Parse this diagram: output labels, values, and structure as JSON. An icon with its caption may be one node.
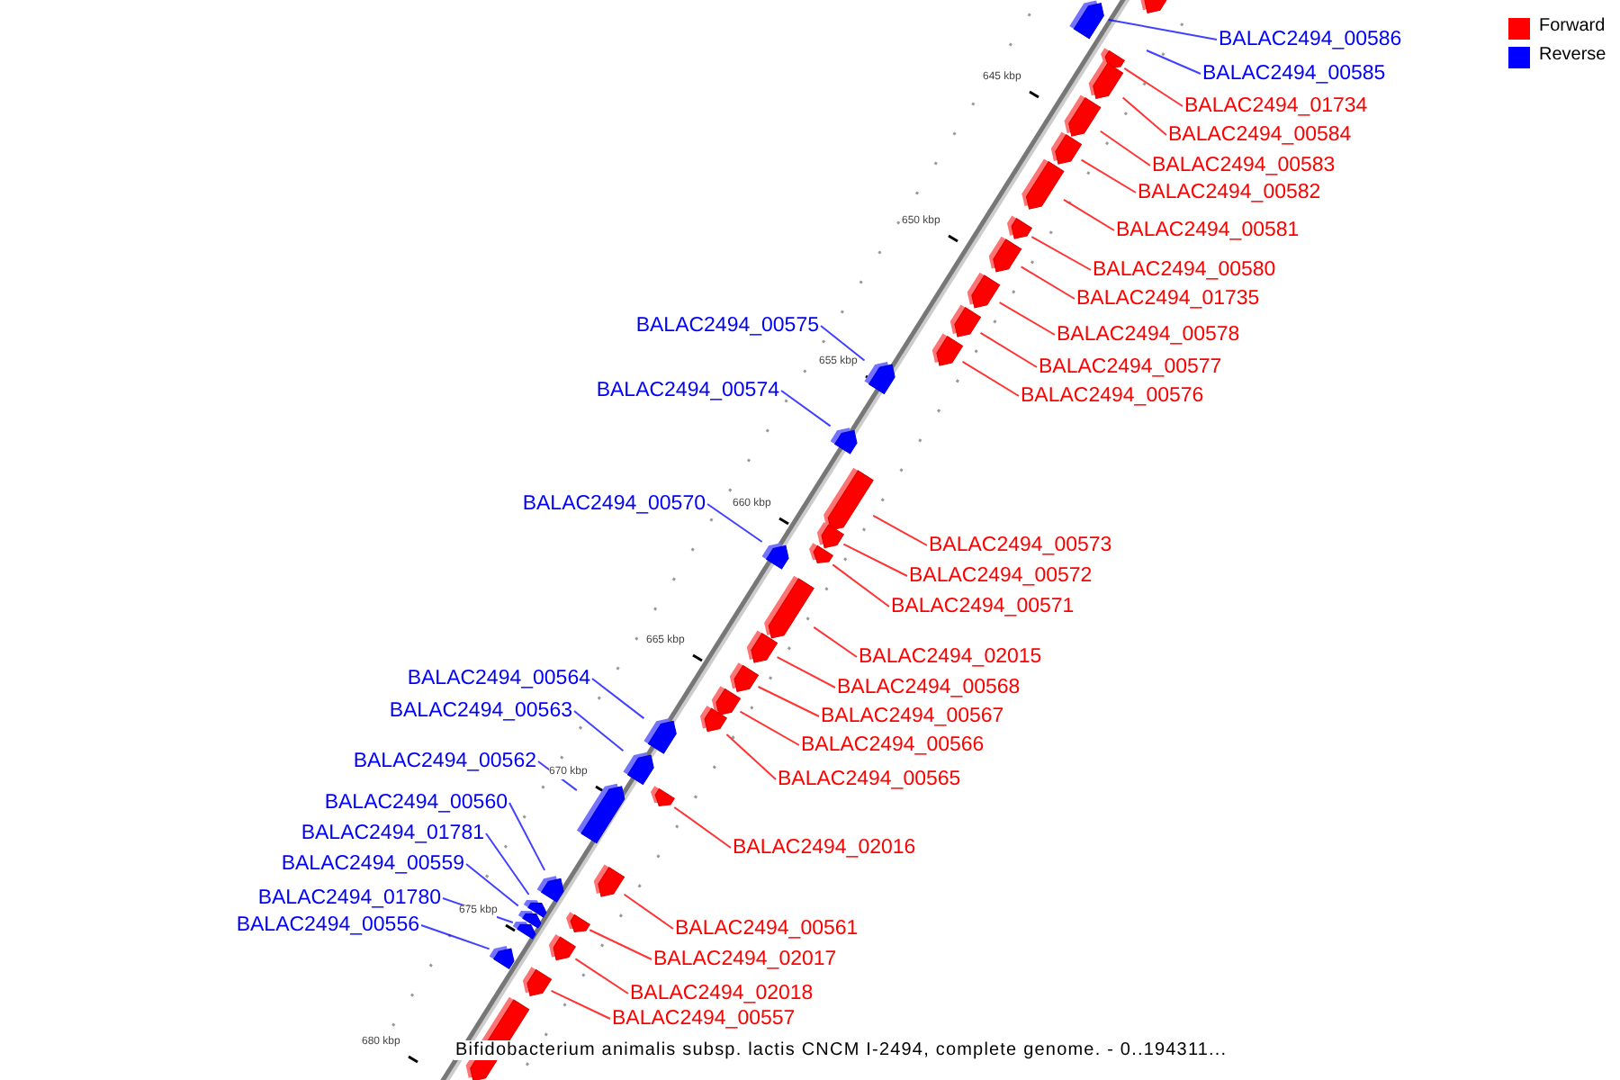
{
  "diagram": {
    "caption": "Bifidobacterium animalis subsp. lactis CNCM I-2494, complete genome. - 0..194311...",
    "nodes": [
      {
        "text": [
          "BALAC2494_00586"
        ]
      },
      {
        "text": [
          "BALAC2494_00585"
        ]
      },
      {
        "text": [
          "BALAC2494_01734"
        ]
      },
      {
        "text": [
          "BALAC2494_00584"
        ]
      },
      {
        "text": [
          "BALAC2494_00583"
        ]
      },
      {
        "text": [
          "BALAC2494_00582"
        ]
      },
      {
        "text": [
          "BALAC2494_00581"
        ]
      },
      {
        "text": [
          "BALAC2494_00580"
        ]
      },
      {
        "text": [
          "BALAC2494_01735"
        ]
      },
      {
        "text": [
          "BALAC2494_00575"
        ]
      },
      {
        "text": [
          "BALAC2494_00578"
        ]
      },
      {
        "text": [
          "BALAC2494_00577"
        ]
      },
      {
        "text": [
          "BALAC2494_00574"
        ]
      },
      {
        "text": [
          "BALAC2494_00576"
        ]
      },
      {
        "text": [
          "BALAC2494_00570"
        ]
      },
      {
        "text": [
          "BALAC2494_00573"
        ]
      },
      {
        "text": [
          "BALAC2494_00572"
        ]
      },
      {
        "text": [
          "BALAC2494_00571"
        ]
      },
      {
        "text": [
          "BALAC2494_02015"
        ]
      },
      {
        "text": [
          "BALAC2494_00564"
        ]
      },
      {
        "text": [
          "BALAC2494_00568"
        ]
      },
      {
        "text": [
          "BALAC2494_00563"
        ]
      },
      {
        "text": [
          "BALAC2494_00567"
        ]
      },
      {
        "text": [
          "BALAC2494_00566"
        ]
      },
      {
        "text": [
          "BALAC2494_00562"
        ]
      },
      {
        "text": [
          "BALAC2494_00565"
        ]
      },
      {
        "text": [
          "BALAC2494_00560"
        ]
      },
      {
        "text": [
          "BALAC2494_01781"
        ]
      },
      {
        "text": [
          "BALAC2494_02016"
        ]
      },
      {
        "text": [
          "BALAC2494_00559"
        ]
      },
      {
        "text": [
          "BALAC2494_01780"
        ]
      },
      {
        "text": [
          "BALAC2494_00556"
        ]
      },
      {
        "text": [
          "BALAC2494_00561"
        ]
      },
      {
        "text": [
          "BALAC2494_02017"
        ]
      },
      {
        "text": [
          "BALAC2494_02018"
        ]
      },
      {
        "text": [
          "BALAC2494_00557"
        ]
      },
      {
        "text": [],
        "shape": "box"
      },
      {
        "text": [],
        "shape": "box"
      },
      {
        "text": [],
        "shape": "box"
      },
      {
        "text": [],
        "shape": "box"
      },
      {
        "text": [],
        "shape": "box"
      },
      {
        "text": [],
        "shape": "box"
      },
      {
        "text": [],
        "shape": "box"
      },
      {
        "text": [],
        "shape": "box"
      },
      {
        "text": [],
        "shape": "box"
      },
      {
        "text": [],
        "shape": "box"
      },
      {
        "text": [],
        "shape": "box"
      },
      {
        "text": [],
        "shape": "box"
      },
      {
        "text": [],
        "shape": "box"
      },
      {
        "text": [],
        "shape": "box"
      },
      {
        "text": [],
        "shape": "box"
      },
      {
        "text": [],
        "shape": "box"
      },
      {
        "text": [],
        "shape": "box"
      },
      {
        "text": [],
        "shape": "box"
      },
      {
        "text": [],
        "shape": "box"
      },
      {
        "text": [],
        "shape": "box"
      },
      {
        "text": [],
        "shape": "box"
      },
      {
        "text": [],
        "shape": "box"
      },
      {
        "text": [],
        "shape": "box"
      },
      {
        "text": [],
        "shape": "box"
      },
      {
        "text": [],
        "shape": "box"
      },
      {
        "text": [],
        "shape": "box"
      },
      {
        "text": [],
        "shape": "box"
      },
      {
        "text": [],
        "shape": "box"
      },
      {
        "text": [],
        "shape": "box"
      },
      {
        "text": [],
        "shape": "box"
      },
      {
        "text": [],
        "shape": "box"
      },
      {
        "text": [],
        "shape": "box"
      },
      {
        "text": [],
        "shape": "box"
      },
      {
        "text": [],
        "shape": "box"
      },
      {
        "text": [],
        "shape": "box"
      },
      {
        "text": [],
        "shape": "box"
      },
      {
        "text": [],
        "shape": "box"
      }
    ],
    "edges": [
      {
        "from": 0,
        "to": 37,
        "arrow": "none",
        "color": "#0000ff"
      },
      {
        "from": 1,
        "to": null,
        "arrow": "none",
        "color": "#0000ff"
      },
      {
        "from": 2,
        "to": 38,
        "arrow": "none"
      },
      {
        "from": 3,
        "to": 39,
        "arrow": "none"
      },
      {
        "from": 4,
        "to": 40,
        "arrow": "none"
      },
      {
        "from": 5,
        "to": 41,
        "arrow": "none"
      },
      {
        "from": 6,
        "to": 42,
        "arrow": "none"
      },
      {
        "from": 7,
        "to": 43,
        "arrow": "none"
      },
      {
        "from": 8,
        "to": 44,
        "arrow": "none"
      },
      {
        "from": 9,
        "to": 48,
        "arrow": "none",
        "color": "#0000ff"
      },
      {
        "from": 10,
        "to": 45,
        "arrow": "none"
      },
      {
        "from": 11,
        "to": 46,
        "arrow": "none"
      },
      {
        "from": 12,
        "to": 49,
        "arrow": "none",
        "color": "#0000ff"
      },
      {
        "from": 13,
        "to": 47,
        "arrow": "none"
      },
      {
        "from": 14,
        "to": 52,
        "arrow": "none",
        "color": "#0000ff"
      },
      {
        "from": 15,
        "to": 50,
        "arrow": "none"
      },
      {
        "from": 16,
        "to": 51,
        "arrow": "none"
      },
      {
        "from": 17,
        "to": 53,
        "arrow": "none"
      },
      {
        "from": 18,
        "to": 54,
        "arrow": "none"
      },
      {
        "from": 19,
        "to": 59,
        "arrow": "none",
        "color": "#0000ff"
      },
      {
        "from": 20,
        "to": 55,
        "arrow": "none"
      },
      {
        "from": 21,
        "to": 60,
        "arrow": "none",
        "color": "#0000ff"
      },
      {
        "from": 22,
        "to": 56,
        "arrow": "none"
      },
      {
        "from": 23,
        "to": 57,
        "arrow": "none"
      },
      {
        "from": 24,
        "to": 62,
        "arrow": "none",
        "color": "#0000ff"
      },
      {
        "from": 25,
        "to": 58,
        "arrow": "none"
      },
      {
        "from": 26,
        "to": 64,
        "arrow": "none",
        "color": "#0000ff"
      },
      {
        "from": 27,
        "to": 65,
        "arrow": "none",
        "color": "#0000ff"
      },
      {
        "from": 28,
        "to": 61,
        "arrow": "none"
      },
      {
        "from": 29,
        "to": 66,
        "arrow": "none",
        "color": "#0000ff"
      },
      {
        "from": 30,
        "to": 68,
        "arrow": "none",
        "color": "#0000ff"
      },
      {
        "from": 31,
        "to": 69,
        "arrow": "none",
        "color": "#0000ff"
      },
      {
        "from": 32,
        "to": 63,
        "arrow": "none"
      },
      {
        "from": 33,
        "to": 67,
        "arrow": "none"
      },
      {
        "from": 34,
        "to": 70,
        "arrow": "none"
      },
      {
        "from": 35,
        "to": 71,
        "arrow": "none"
      }
    ],
    "labels": [
      "645 kbp",
      "650 kbp",
      "655 kbp",
      "660 kbp",
      "665 kbp",
      "670 kbp",
      "675 kbp",
      "680 kbp"
    ],
    "legend": [
      {
        "text": "Forward",
        "color": "#ff0000"
      },
      {
        "text": "Reverse",
        "color": "#0000ff"
      }
    ]
  }
}
